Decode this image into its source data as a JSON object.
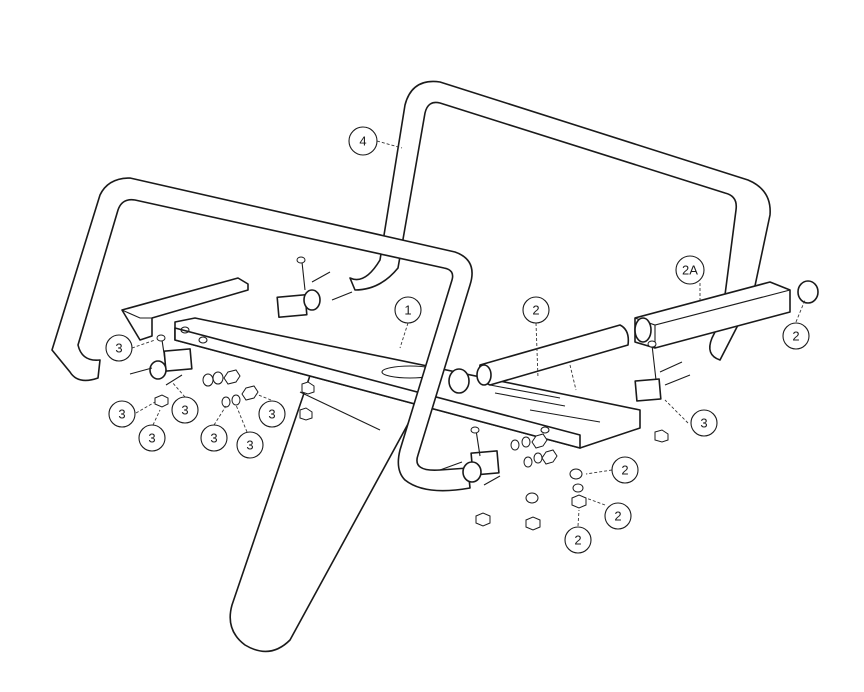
{
  "colors": {
    "line": "#1a1a1a",
    "background": "#ffffff"
  },
  "callouts": [
    "1",
    "2",
    "2A",
    "3",
    "4"
  ]
}
